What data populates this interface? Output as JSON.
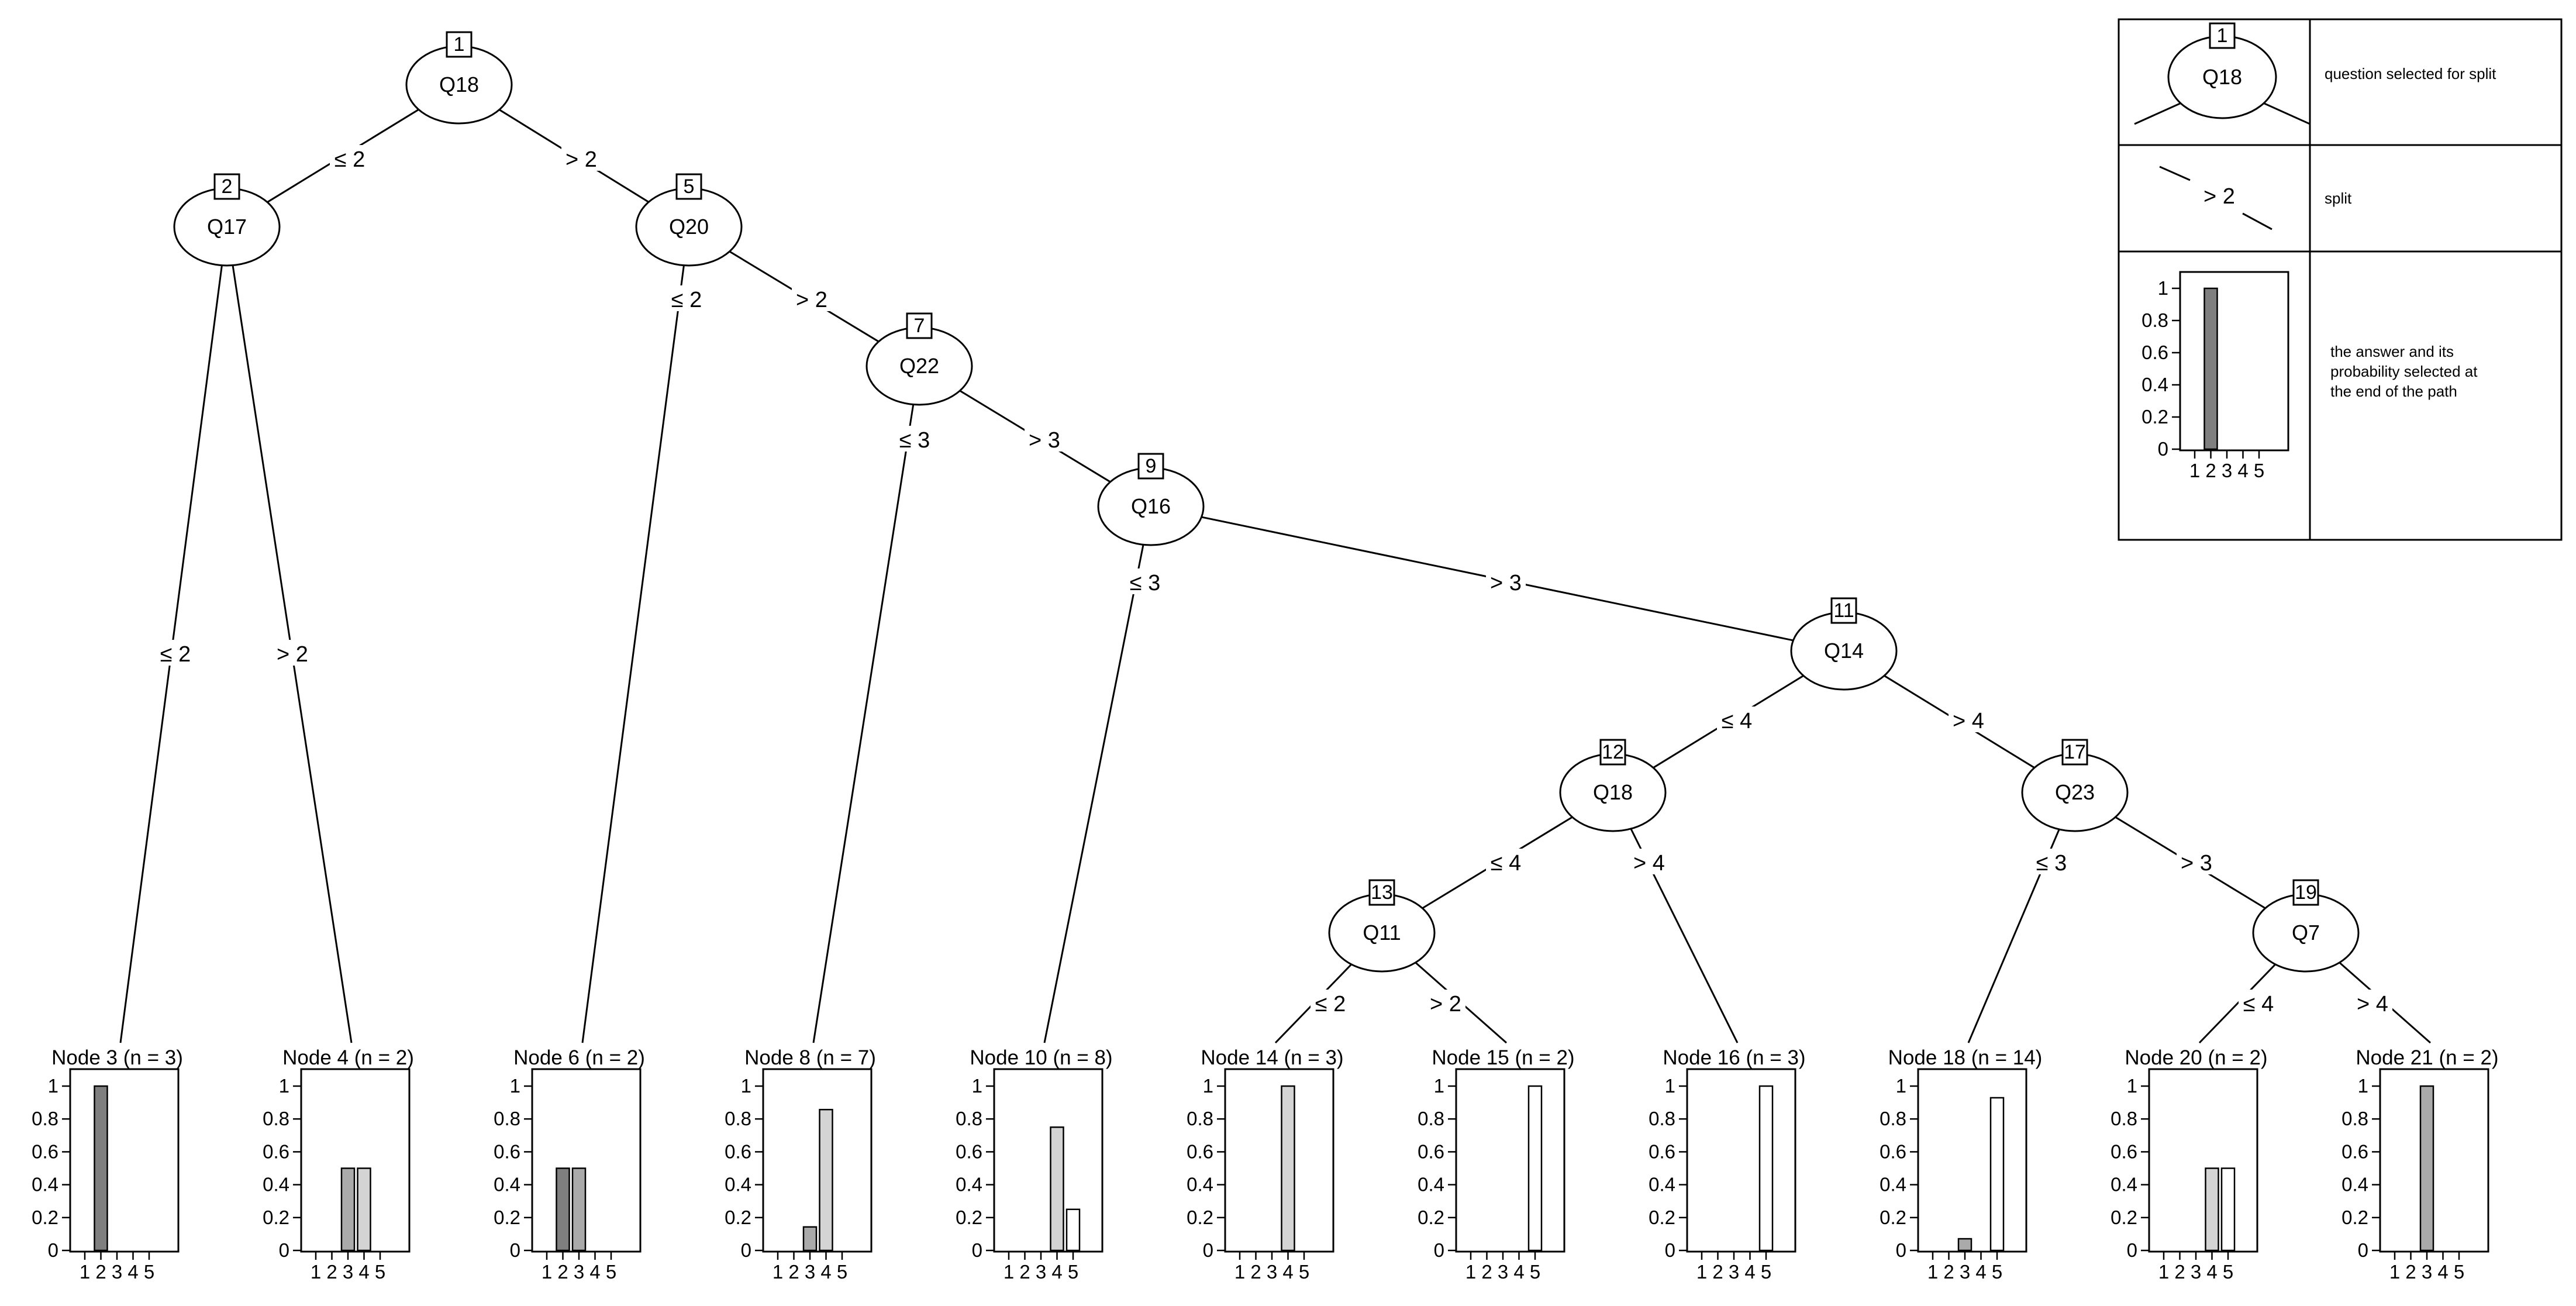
{
  "inner_nodes": [
    {
      "id": "1",
      "label": "Q18"
    },
    {
      "id": "2",
      "label": "Q17"
    },
    {
      "id": "5",
      "label": "Q20"
    },
    {
      "id": "7",
      "label": "Q22"
    },
    {
      "id": "9",
      "label": "Q16"
    },
    {
      "id": "11",
      "label": "Q14"
    },
    {
      "id": "12",
      "label": "Q18"
    },
    {
      "id": "13",
      "label": "Q11"
    },
    {
      "id": "17",
      "label": "Q23"
    },
    {
      "id": "19",
      "label": "Q7"
    }
  ],
  "edges": [
    {
      "from": "1",
      "to": "2",
      "label": "≤ 2"
    },
    {
      "from": "1",
      "to": "5",
      "label": "> 2"
    },
    {
      "from": "2",
      "to": "3",
      "label": "≤ 2"
    },
    {
      "from": "2",
      "to": "4",
      "label": "> 2"
    },
    {
      "from": "5",
      "to": "6",
      "label": "≤ 2"
    },
    {
      "from": "5",
      "to": "7",
      "label": "> 2"
    },
    {
      "from": "7",
      "to": "8",
      "label": "≤ 3"
    },
    {
      "from": "7",
      "to": "9",
      "label": "> 3"
    },
    {
      "from": "9",
      "to": "10",
      "label": "≤ 3"
    },
    {
      "from": "9",
      "to": "11",
      "label": "> 3"
    },
    {
      "from": "11",
      "to": "12",
      "label": "≤ 4"
    },
    {
      "from": "11",
      "to": "17",
      "label": "> 4"
    },
    {
      "from": "12",
      "to": "13",
      "label": "≤ 4"
    },
    {
      "from": "12",
      "to": "16",
      "label": "> 4"
    },
    {
      "from": "13",
      "to": "14",
      "label": "≤ 2"
    },
    {
      "from": "13",
      "to": "15",
      "label": "> 2"
    },
    {
      "from": "17",
      "to": "18",
      "label": "≤ 3"
    },
    {
      "from": "17",
      "to": "19",
      "label": "> 3"
    },
    {
      "from": "19",
      "to": "20",
      "label": "≤ 4"
    },
    {
      "from": "19",
      "to": "21",
      "label": "> 4"
    }
  ],
  "terminal_nodes": [
    {
      "id": "3",
      "title": "Node 3 (n = 3)",
      "probs": [
        0,
        1,
        0,
        0,
        0
      ]
    },
    {
      "id": "4",
      "title": "Node 4 (n = 2)",
      "probs": [
        0,
        0,
        0.5,
        0.5,
        0
      ]
    },
    {
      "id": "6",
      "title": "Node 6 (n = 2)",
      "probs": [
        0,
        0.5,
        0.5,
        0,
        0
      ]
    },
    {
      "id": "8",
      "title": "Node 8 (n = 7)",
      "probs": [
        0,
        0,
        0.143,
        0.857,
        0
      ]
    },
    {
      "id": "10",
      "title": "Node 10 (n = 8)",
      "probs": [
        0,
        0,
        0,
        0.75,
        0.25
      ]
    },
    {
      "id": "14",
      "title": "Node 14 (n = 3)",
      "probs": [
        0,
        0,
        0,
        1,
        0
      ]
    },
    {
      "id": "15",
      "title": "Node 15 (n = 2)",
      "probs": [
        0,
        0,
        0,
        0,
        1
      ]
    },
    {
      "id": "16",
      "title": "Node 16 (n = 3)",
      "probs": [
        0,
        0,
        0,
        0,
        1
      ]
    },
    {
      "id": "18",
      "title": "Node 18 (n = 14)",
      "probs": [
        0,
        0,
        0.071,
        0,
        0.929
      ]
    },
    {
      "id": "20",
      "title": "Node 20 (n = 2)",
      "probs": [
        0,
        0,
        0,
        0.5,
        0.5
      ]
    },
    {
      "id": "21",
      "title": "Node 21 (n = 2)",
      "probs": [
        0,
        0,
        1,
        0,
        0
      ]
    }
  ],
  "bar_colors": [
    "#ffffff",
    "#7f7f7f",
    "#aaaaaa",
    "#d4d4d4",
    "#ffffff"
  ],
  "y_ticks": [
    "0",
    "0.2",
    "0.4",
    "0.6",
    "0.8",
    "1"
  ],
  "x_ticks": [
    "1",
    "2",
    "3",
    "4",
    "5"
  ],
  "legend": {
    "node_id": "1",
    "node_label": "Q18",
    "node_text": "question selected for split",
    "split_label": "> 2",
    "split_text": "split",
    "bar_probs": [
      0,
      1,
      0,
      0,
      0
    ],
    "bar_text_lines": [
      "the answer and its",
      "probability selected at",
      "the end of the path"
    ]
  }
}
